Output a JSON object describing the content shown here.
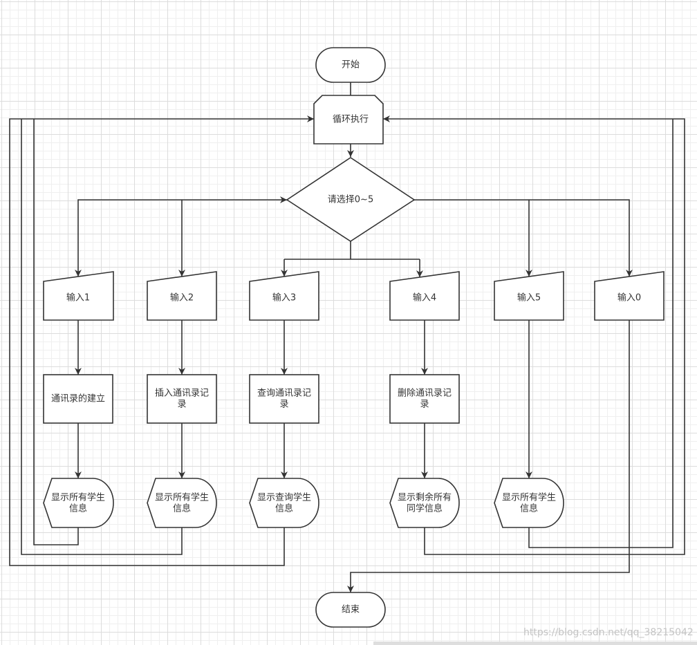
{
  "diagram": {
    "start": "开始",
    "loop": "循环执行",
    "decision": "请选择0~5",
    "inputs": [
      "输入1",
      "输入2",
      "输入3",
      "输入4",
      "输入5",
      "输入0"
    ],
    "processes": [
      {
        "lines": [
          "通讯录的建立"
        ]
      },
      {
        "lines": [
          "插入通讯录记",
          "录"
        ]
      },
      {
        "lines": [
          "查询通讯录记",
          "录"
        ]
      },
      {
        "lines": [
          "删除通讯录记",
          "录"
        ]
      }
    ],
    "displays": [
      {
        "lines": [
          "显示所有学生",
          "信息"
        ]
      },
      {
        "lines": [
          "显示所有学生",
          "信息"
        ]
      },
      {
        "lines": [
          "显示查询学生",
          "信息"
        ]
      },
      {
        "lines": [
          "显示剩余所有",
          "同学信息"
        ]
      },
      {
        "lines": [
          "显示所有学生",
          "信息"
        ]
      }
    ],
    "end": "结束"
  },
  "watermark": "https://blog.csdn.net/qq_38215042",
  "colors": {
    "stroke": "#333333",
    "fill": "#ffffff",
    "grid": "#efefef",
    "watermark": "#c4c4c4"
  }
}
